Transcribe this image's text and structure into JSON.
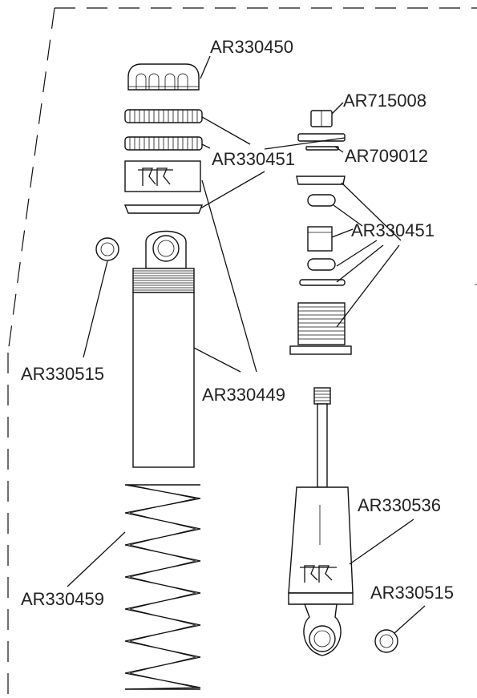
{
  "parts": {
    "ar330450": "AR330450",
    "ar715008": "AR715008",
    "ar709012": "AR709012",
    "ar330451_a": "AR330451",
    "ar330451_b": "AR330451",
    "ar330515_a": "AR330515",
    "ar330449": "AR330449",
    "ar330536": "AR330536",
    "ar330459": "AR330459",
    "ar330515_b": "AR330515"
  },
  "colors": {
    "line": "#111111",
    "text": "#222222",
    "background": "#ffffff"
  },
  "icons": [
    "rr-logo-icon"
  ]
}
